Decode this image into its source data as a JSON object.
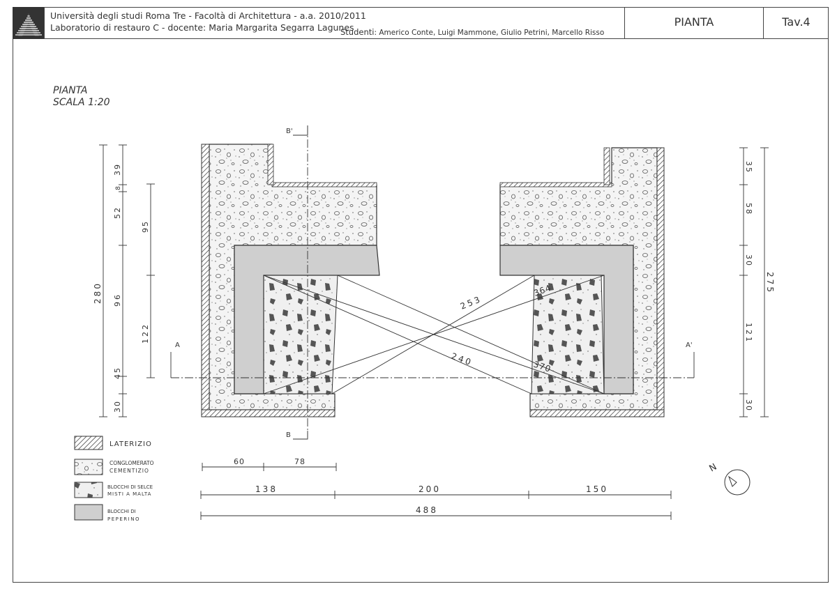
{
  "header": {
    "institution_line1": "Università degli studi Roma Tre - Facoltà di Architettura - a.a. 2010/2011",
    "institution_line2": "Laboratorio di restauro C - docente: Maria Margarita Segarra Lagunes",
    "students_label": "Studenti",
    "students_names": ": Americo Conte, Luigi Mammone, Giulio Petrini, Marcello Risso",
    "sheet_title": "PIANTA",
    "sheet_number": "Tav.4"
  },
  "plan": {
    "title": "PIANTA",
    "scale": "SCALA 1:20"
  },
  "section_marks": {
    "b_top": "B'",
    "b_bottom": "B",
    "a_left": "A",
    "a_right": "A'",
    "north": "N"
  },
  "dims_left": {
    "d39": "39",
    "d8": "8",
    "d52": "52",
    "d95": "95",
    "d280": "280",
    "d96": "96",
    "d122": "122",
    "d45": "45",
    "d30": "30"
  },
  "dims_right": {
    "d35": "35",
    "d58": "58",
    "d30a": "30",
    "d275": "275",
    "d121": "121",
    "d30b": "30"
  },
  "diagonals": {
    "d253": "253",
    "d240": "240",
    "d364": "364",
    "d370": "370"
  },
  "dims_bottom": {
    "d60": "60",
    "d78": "78",
    "d138": "138",
    "d200": "200",
    "d150": "150",
    "d488": "488"
  },
  "legend": {
    "laterizio": "LATERIZIO",
    "conglomerato_1": "CONGLOMERATO",
    "conglomerato_2": "CEMENTIZIO",
    "selce_1": "BLOCCHI DI SELCE",
    "selce_2": "MISTI A MALTA",
    "peperino_1": "BLOCCHI DI",
    "peperino_2": "PEPERINO"
  },
  "colors": {
    "ink": "#333333",
    "peperino": "#cfcfcf",
    "concrete": "#f2f2f2"
  }
}
